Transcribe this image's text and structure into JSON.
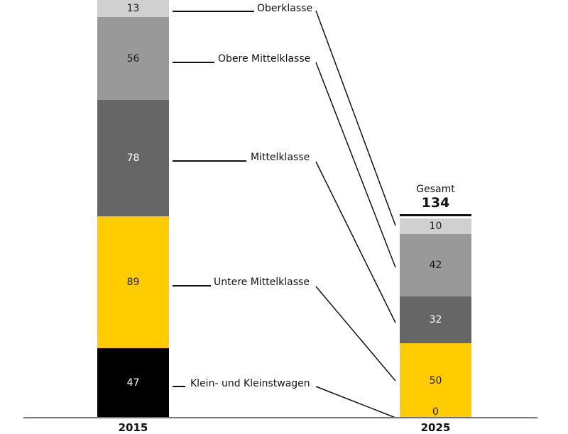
{
  "chart_data": {
    "type": "bar",
    "subtype": "stacked",
    "categories": [
      "2015",
      "2025"
    ],
    "series": [
      {
        "name": "Klein- und Kleinstwagen",
        "values": [
          47,
          0
        ],
        "color": "#000000"
      },
      {
        "name": "Untere Mittelklasse",
        "values": [
          89,
          50
        ],
        "color": "#FFCC00"
      },
      {
        "name": "Mittelklasse",
        "values": [
          78,
          32
        ],
        "color": "#666666"
      },
      {
        "name": "Obere Mittelklasse",
        "values": [
          56,
          42
        ],
        "color": "#999999"
      },
      {
        "name": "Oberklasse",
        "values": [
          13,
          10
        ],
        "color": "#D0D0D0"
      }
    ],
    "totals": {
      "2025": 134
    },
    "title": "",
    "xlabel": "",
    "ylabel": "",
    "grid": false,
    "legend_position": "inline-labels-between-bars"
  },
  "left_bar": {
    "year": "2015",
    "segments": [
      {
        "name": "Oberklasse",
        "value": "13"
      },
      {
        "name": "Obere Mittelklasse",
        "value": "56"
      },
      {
        "name": "Mittelklasse",
        "value": "78"
      },
      {
        "name": "Untere Mittelklasse",
        "value": "89"
      },
      {
        "name": "Klein- und Kleinstwagen",
        "value": "47"
      }
    ]
  },
  "right_bar": {
    "year": "2025",
    "total_caption": "Gesamt",
    "total_value": "134",
    "segments": [
      {
        "name": "Oberklasse",
        "value": "10"
      },
      {
        "name": "Obere Mittelklasse",
        "value": "42"
      },
      {
        "name": "Mittelklasse",
        "value": "32"
      },
      {
        "name": "Untere Mittelklasse",
        "value": "50"
      },
      {
        "name": "Klein- und Kleinstwagen",
        "value": "0"
      }
    ]
  },
  "labels": {
    "oberklasse": "Oberklasse",
    "obere_mittelklasse": "Obere Mittelklasse",
    "mittelklasse": "Mittelklasse",
    "untere_mittelklasse": "Untere Mittelklasse",
    "klein": "Klein- und Kleinstwagen"
  }
}
